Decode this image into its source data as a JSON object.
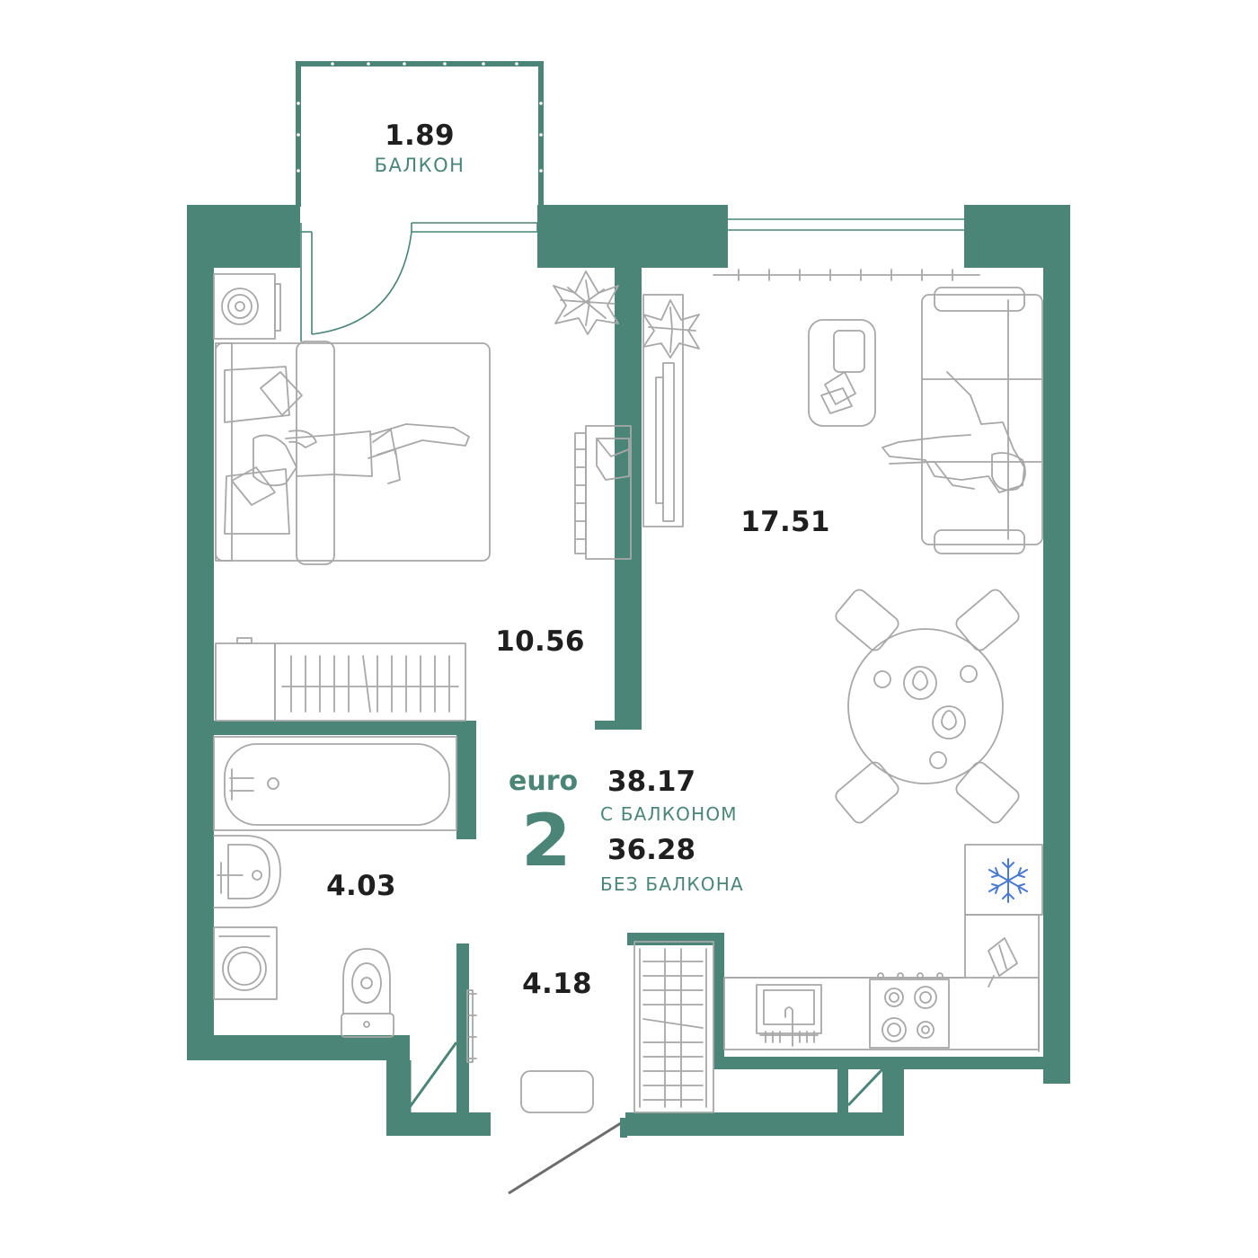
{
  "colors": {
    "wall": "#4a8577",
    "furniture": "#a8a8a8",
    "text": "#1f1f1f",
    "accent": "#4a8577",
    "snowflake": "#4a7ad1"
  },
  "rooms": [
    {
      "id": "balcony",
      "area": "1.89",
      "name": "БАЛКОН"
    },
    {
      "id": "bedroom",
      "area": "10.56"
    },
    {
      "id": "living-kitchen",
      "area": "17.51"
    },
    {
      "id": "bathroom",
      "area": "4.03"
    },
    {
      "id": "hallway",
      "area": "4.18"
    }
  ],
  "summary": {
    "prefix": "euro",
    "rooms": "2",
    "total_with_balcony": "38.17",
    "with_balcony_label": "С БАЛКОНОМ",
    "total_without_balcony": "36.28",
    "without_balcony_label": "БЕЗ БАЛКОНА"
  },
  "icons": [
    "plant-icon",
    "snowflake-icon",
    "washing-machine-icon",
    "sofa-icon",
    "bed-icon",
    "bathtub-icon",
    "toilet-icon",
    "sink-icon",
    "stove-icon",
    "dining-table-icon",
    "tv-icon",
    "radiator-icon",
    "cutting-board-icon"
  ]
}
